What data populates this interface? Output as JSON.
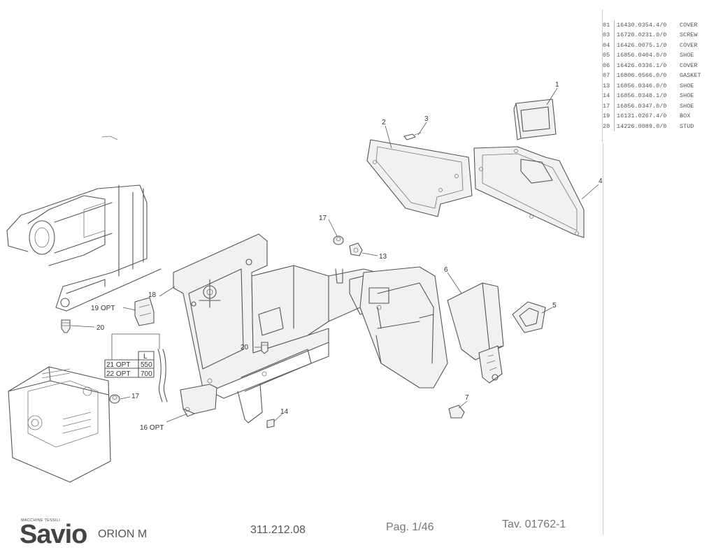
{
  "parts_list": [
    {
      "ref": "",
      "code": "",
      "desc": ""
    },
    {
      "ref": "01",
      "code": "16430.0354.4/0",
      "desc": "COVER"
    },
    {
      "ref": "03",
      "code": "16720.0231.0/0",
      "desc": "SCREW"
    },
    {
      "ref": "04",
      "code": "16426.0075.1/0",
      "desc": "COVER"
    },
    {
      "ref": "05",
      "code": "16856.0404.0/0",
      "desc": "SHOE"
    },
    {
      "ref": "06",
      "code": "16426.0336.1/0",
      "desc": "COVER"
    },
    {
      "ref": "07",
      "code": "16806.0566.0/0",
      "desc": "GASKET"
    },
    {
      "ref": "13",
      "code": "16856.0346.0/0",
      "desc": "SHOE"
    },
    {
      "ref": "14",
      "code": "16856.0348.1/0",
      "desc": "SHOE"
    },
    {
      "ref": "17",
      "code": "16856.0347.0/0",
      "desc": "SHOE"
    },
    {
      "ref": "19",
      "code": "16131.0267.4/0",
      "desc": "BOX"
    },
    {
      "ref": "20",
      "code": "14226.0089.0/0",
      "desc": "STUD"
    }
  ],
  "callouts": {
    "c1": "1",
    "c2": "2",
    "c3": "3",
    "c4": "4",
    "c5": "5",
    "c6": "6",
    "c7": "7",
    "c13": "13",
    "c14": "14",
    "c16": "16 OPT",
    "c17a": "17",
    "c17b": "17",
    "c18": "18",
    "c19": "19 OPT",
    "c20a": "20",
    "c20b": "20"
  },
  "length_table": {
    "header": "L",
    "rows": [
      {
        "item": "21 OPT",
        "value": "550"
      },
      {
        "item": "22 OPT",
        "value": "700"
      }
    ]
  },
  "footer": {
    "brand_small": "MACCHINE TESSILI",
    "brand": "Savio",
    "model": "ORION M",
    "code": "311.212.08",
    "page": "Pag. 1/46",
    "table": "Tav. 01762-1"
  }
}
